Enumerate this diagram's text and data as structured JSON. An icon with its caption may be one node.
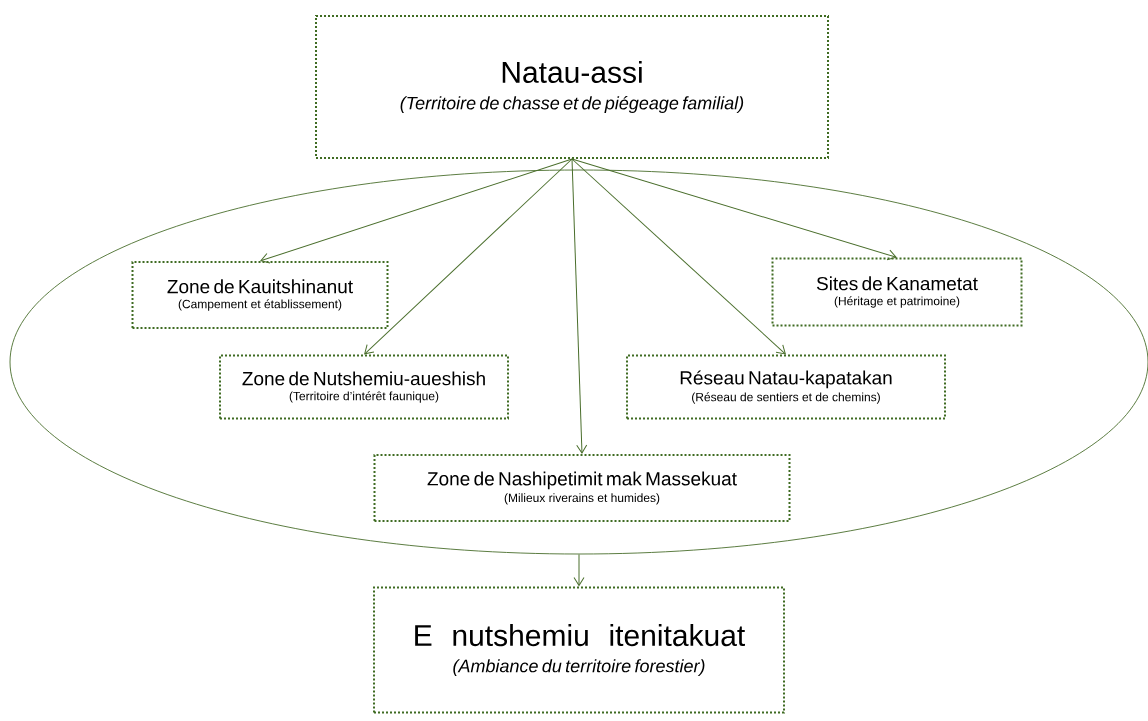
{
  "diagram": {
    "nodes": [
      {
        "text": [
          "Natau-assi",
          "(Territoire de chasse et de piégeage familial)"
        ]
      },
      {
        "text": [],
        "shape": "ellipse"
      },
      {
        "text": [
          "Zone de Kauitshinanut",
          "(Campement et établissement)"
        ],
        "in": 1
      },
      {
        "text": [
          "Zone de Nutshemiu-aueshish",
          "(Territoire d’intérêt faunique)"
        ],
        "in": 1
      },
      {
        "text": [
          "Zone de Nashipetimit mak Massekuat",
          "(Milieux riverains et humides)"
        ],
        "in": 1
      },
      {
        "text": [
          "Réseau Natau-kapatakan",
          "(Réseau de sentiers et de chemins)"
        ],
        "in": 1
      },
      {
        "text": [
          "Sites de Kanametat",
          "(Héritage et patrimoine)"
        ],
        "in": 1
      },
      {
        "text": [
          "E nutshemiu itenitakuat",
          "(Ambiance du territoire forestier)"
        ]
      }
    ],
    "edges": [
      {
        "from": 0,
        "to": 2,
        "arrow": "to"
      },
      {
        "from": 0,
        "to": 3,
        "arrow": "to"
      },
      {
        "from": 0,
        "to": 4,
        "arrow": "to"
      },
      {
        "from": 0,
        "to": 5,
        "arrow": "to"
      },
      {
        "from": 0,
        "to": 6,
        "arrow": "to"
      },
      {
        "from": 1,
        "to": 7,
        "arrow": "to"
      }
    ]
  }
}
